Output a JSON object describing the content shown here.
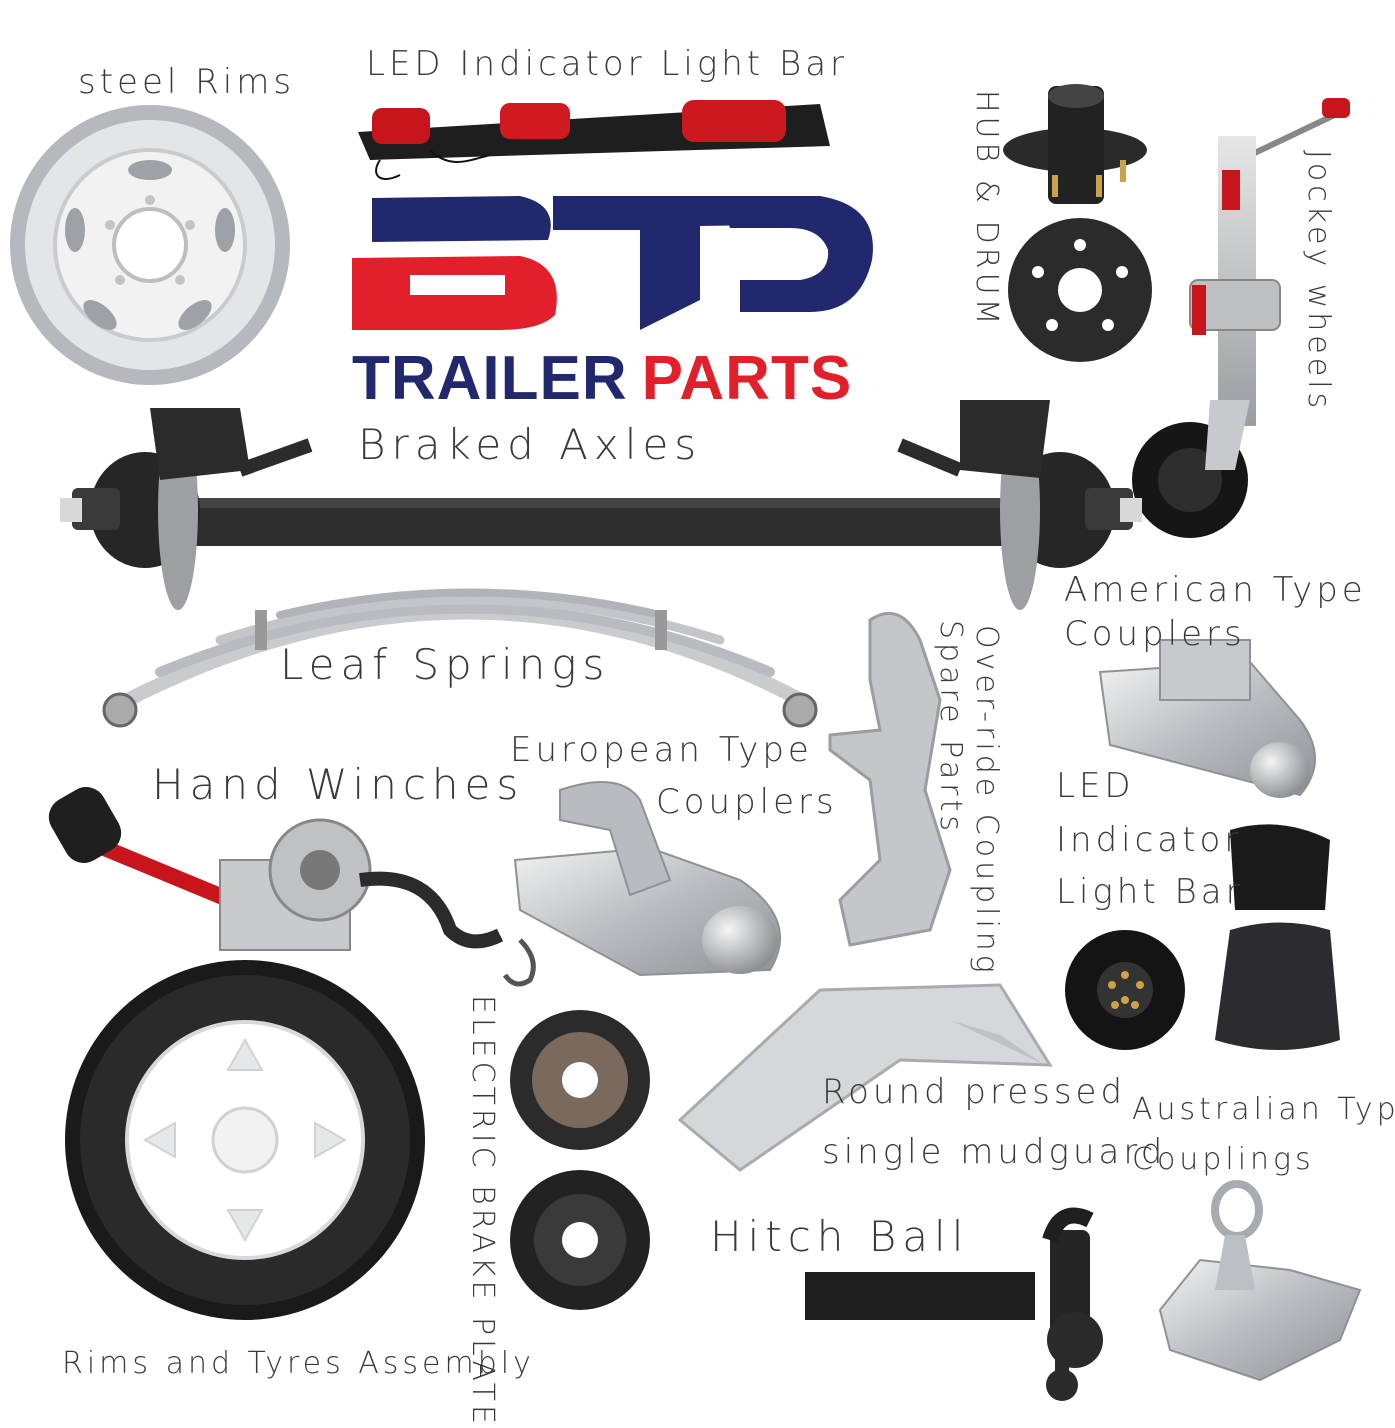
{
  "logo": {
    "mark_text": "BTP",
    "word_1": "TRAILER",
    "word_2": "PARTS",
    "color_navy": "#22286e",
    "color_red": "#e1202c"
  },
  "labels": {
    "steel_rims": "steel Rims",
    "led_bar_top": "LED Indicator Light Bar",
    "hub_drum": "HUB & DRUM",
    "jockey_wheels": "Jockey wheels",
    "braked_axles": "Braked Axles",
    "leaf_springs": "Leaf Springs",
    "override_line_1": "Over-ride Coupling",
    "override_line_2": "Spare Parts",
    "american_line_1": "American Type",
    "american_line_2": "Couplers",
    "hand_winches": "Hand Winches",
    "european_line_1": "European Type",
    "european_line_2": "Couplers",
    "led_right_line_1": "LED",
    "led_right_line_2": "Indicator",
    "led_right_line_3": "Light Bar",
    "electric_brake": "ELECTRIC BRAKE PLATE",
    "mudguard_line_1": "Round pressed",
    "mudguard_line_2": "single mudguard",
    "australian_line_1": "Australian Type",
    "australian_line_2": "Couplings",
    "hitch_ball": "Hitch Ball",
    "rims_tyres": "Rims and Tyres Assembly"
  },
  "products": {
    "icons": [
      "steel-rim-icon",
      "led-light-bar-icon",
      "hub-drum-icon",
      "jockey-wheel-icon",
      "braked-axle-icon",
      "leaf-spring-icon",
      "override-coupling-icon",
      "american-coupler-icon",
      "hand-winch-icon",
      "european-coupler-icon",
      "trailer-socket-icon",
      "electric-brake-plate-icon",
      "mudguard-icon",
      "australian-coupling-icon",
      "hitch-ball-icon",
      "rim-tyre-icon"
    ]
  }
}
